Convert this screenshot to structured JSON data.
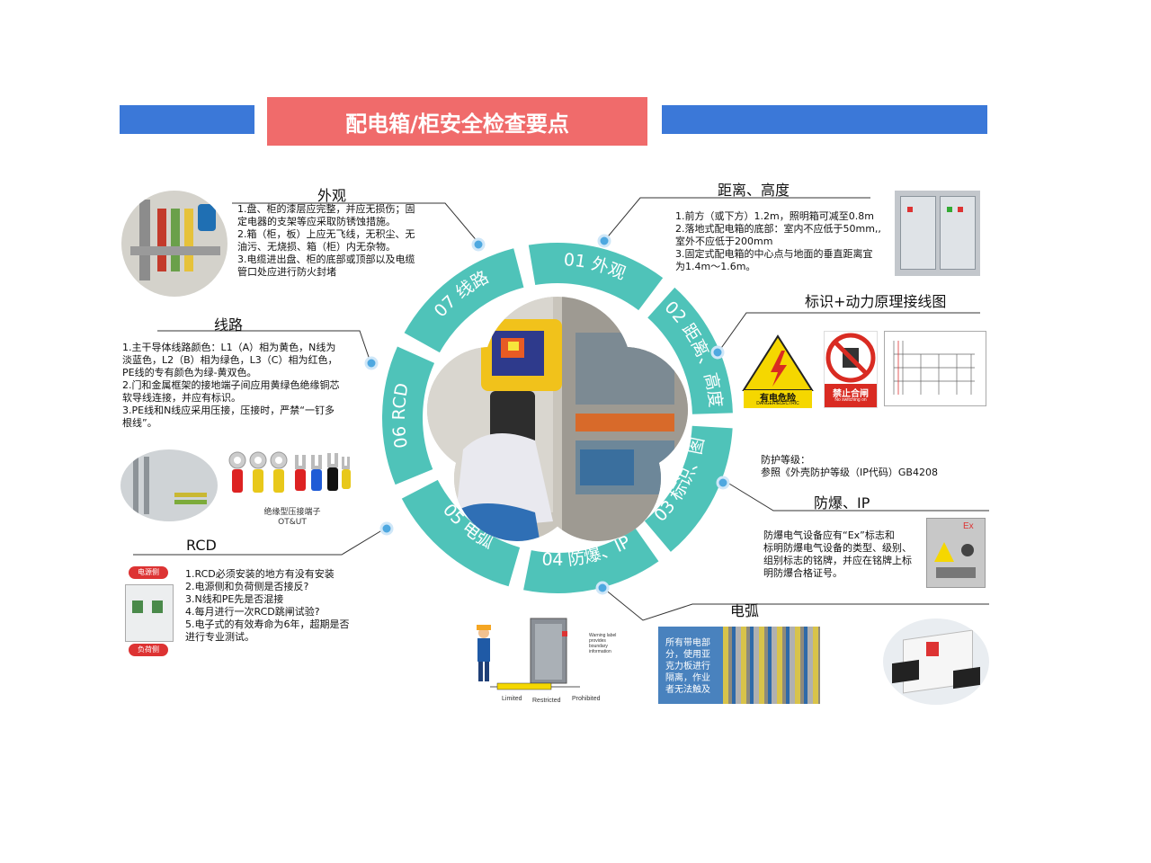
{
  "title": "配电箱/柜安全检查要点",
  "colors": {
    "accent_blue": "#3b78d8",
    "title_red": "#f06b6b",
    "ring_teal": "#4fc3b9",
    "dot_blue": "#4ea8e0"
  },
  "ring": {
    "segments": [
      "01 外观",
      "02 距离、高度",
      "03 标识、图",
      "04 防爆、IP",
      "05 电弧",
      "06 RCD",
      "07 线路"
    ]
  },
  "sections": {
    "appearance": {
      "title": "外观",
      "text": "1.盘、柜的漆层应完整，并应无损伤；固\n定电器的支架等应采取防锈蚀措施。\n2.箱（柜，板）上应无飞线，无积尘、无\n油污、无烧损、箱（柜）内无杂物。\n3.电缆进出盘、柜的底部或顶部以及电缆\n管口处应进行防火封堵"
    },
    "distance": {
      "title": "距离、高度",
      "text": "1.前方（或下方）1.2m，照明箱可减至0.8m\n2.落地式配电箱的底部：室内不应低于50mm,,\n室外不应低于200mm\n3.固定式配电箱的中心点与地面的垂直距离宜\n为1.4m～1.6m。"
    },
    "marking": {
      "title": "标识+动力原理接线图",
      "sign1_label": "有电危险",
      "sign1_sub": "DANGER!ELECTRIC",
      "sign2_label": "禁止合闸",
      "sign2_sub": "No switching on"
    },
    "protection": {
      "text": "防护等级：\n参照《外壳防护等级（IP代码）GB4208"
    },
    "explosion": {
      "title": "防爆、IP",
      "text": "防爆电气设备应有“Ex”标志和\n标明防爆电气设备的类型、级别、\n组别标志的铭牌，并应在铭牌上标\n明防爆合格证号。",
      "box_mark": "Ex"
    },
    "arc": {
      "title": "电弧",
      "overlay": "所有带电部\n分，使用亚\n克力板进行\n隔离，作业\n者无法触及",
      "diagram_labels": [
        "Limited",
        "Restricted",
        "Prohibited"
      ],
      "warning_label": "Warning label\nprovides\nboundary\ninformation"
    },
    "rcd": {
      "title": "RCD",
      "text": "1.RCD必须安装的地方有没有安装\n2.电源侧和负荷侧是否接反?\n3.N线和PE先是否混接\n4.每月进行一次RCD跳闸试验?\n5.电子式的有效寿命为6年，超期是否\n进行专业测试。",
      "tag_top": "电源侧",
      "tag_bottom": "负荷侧"
    },
    "wiring": {
      "title": "线路",
      "text": "1.主干导体线路颜色：L1（A）相为黄色，N线为\n淡蓝色，L2（B）相为绿色，L3（C）相为红色，\nPE线的专有颜色为绿-黄双色。\n2.门和金属框架的接地端子间应用黄绿色绝缘铜芯\n软导线连接，并应有标识。\n3.PE线和N线应采用压接，压接时，严禁“一钉多\n根线”。",
      "caption": "绝缘型压接端子\nOT&UT"
    }
  }
}
